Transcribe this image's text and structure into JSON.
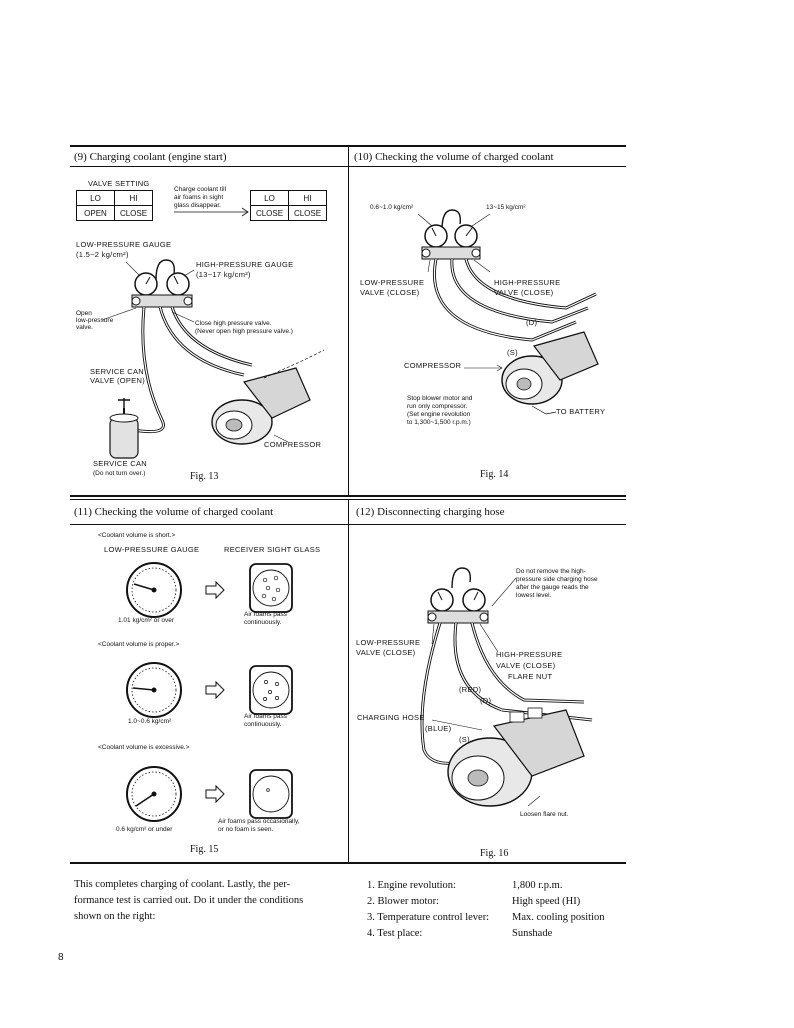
{
  "sections": {
    "s9": {
      "title": "(9)  Charging coolant (engine start)"
    },
    "s10": {
      "title": "(10)  Checking the volume of charged coolant"
    },
    "s11": {
      "title": "(11)  Checking the volume of charged coolant"
    },
    "s12": {
      "title": "(12)  Disconnecting charging hose"
    }
  },
  "fig13": {
    "valve_setting": "VALVE SETTING",
    "lo": "LO",
    "hi": "HI",
    "open": "OPEN",
    "close": "CLOSE",
    "note_line1": "Charge coolant till",
    "note_line2": "air foams in sight",
    "note_line3": "glass disappear.",
    "lo2": "LO",
    "hi2": "HI",
    "close2a": "CLOSE",
    "close2b": "CLOSE",
    "low_gauge": "LOW-PRESSURE GAUGE",
    "low_gauge_range": "(1.5~2 kg/cm²)",
    "high_gauge": "HIGH-PRESSURE GAUGE",
    "high_gauge_range": "(13~17 kg/cm²)",
    "open_low_1": "Open",
    "open_low_2": "low-pressure",
    "open_low_3": "valve.",
    "close_high_1": "Close high pressure valve.",
    "close_high_2": "(Never open high pressure valve.)",
    "service_valve_1": "SERVICE CAN",
    "service_valve_2": "VALVE (OPEN)",
    "compressor": "COMPRESSOR",
    "service_can": "SERVICE CAN",
    "service_can_note": "(Do not turn over.)",
    "caption": "Fig. 13"
  },
  "fig14": {
    "low_range": "0.6~1.0 kg/cm²",
    "high_range": "13~15 kg/cm²",
    "low_valve_1": "LOW-PRESSURE",
    "low_valve_2": "VALVE (CLOSE)",
    "high_valve_1": "HIGH-PRESSURE",
    "high_valve_2": "VALVE (CLOSE)",
    "d_label": "(D)",
    "s_label": "(S)",
    "compressor": "COMPRESSOR",
    "note_1": "Stop blower motor and",
    "note_2": "run only compressor.",
    "note_3": "(Set engine revolution",
    "note_4": "to 1,300~1,500 r.p.m.)",
    "to_battery": "TO BATTERY",
    "caption": "Fig. 14"
  },
  "fig15": {
    "short": "<Coolant volume is short.>",
    "col_gauge": "LOW-PRESSURE GAUGE",
    "col_glass": "RECEIVER SIGHT GLASS",
    "val_short": "1.01 kg/cm² or over",
    "glass_short_1": "Air foams pass",
    "glass_short_2": "continuously.",
    "proper": "<Coolant volume is proper.>",
    "val_proper": "1.0~0.6 kg/cm²",
    "glass_proper_1": "Air foams pass",
    "glass_proper_2": "continuously.",
    "excessive": "<Coolant volume is excessive.>",
    "val_excessive": "0.6 kg/cm² or under",
    "glass_excessive_1": "Air foams pass occasionally,",
    "glass_excessive_2": "or no foam is seen.",
    "caption": "Fig. 15"
  },
  "fig16": {
    "note_1": "Do not remove the high-",
    "note_2": "pressure side charging hose",
    "note_3": "after the gauge reads the",
    "note_4": "lowest level.",
    "low_valve_1": "LOW-PRESSURE",
    "low_valve_2": "VALVE (CLOSE)",
    "high_valve_1": "HIGH-PRESSURE",
    "high_valve_2": "VALVE (CLOSE)",
    "flare_nut": "FLARE NUT",
    "red": "(RED)",
    "d_label": "(D)",
    "charging_hose": "CHARGING HOSE",
    "blue": "(BLUE)",
    "s_label": "(S)",
    "loosen": "Loosen flare nut.",
    "caption": "Fig. 16"
  },
  "body": {
    "line1": "This completes charging of coolant.  Lastly, the per-",
    "line2": "formance test is carried out.  Do it under the conditions",
    "line3": "shown on the right:"
  },
  "conditions": [
    {
      "label": "1.  Engine revolution:",
      "value": "1,800 r.p.m."
    },
    {
      "label": "2.  Blower motor:",
      "value": "High speed (HI)"
    },
    {
      "label": "3.  Temperature control lever:",
      "value": "Max. cooling position"
    },
    {
      "label": "4.  Test place:",
      "value": "Sunshade"
    }
  ],
  "page_number": "8"
}
